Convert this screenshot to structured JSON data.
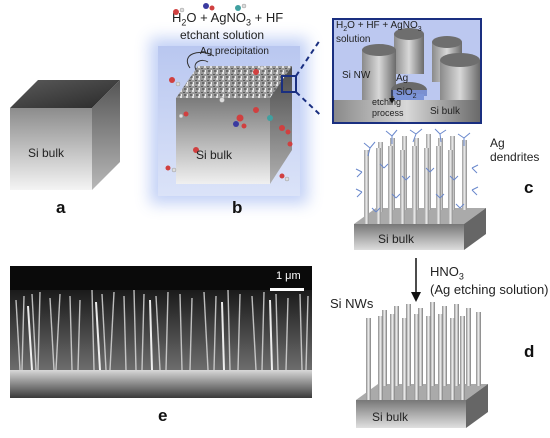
{
  "panel_a": {
    "letter": "a",
    "bulk_label": "Si bulk"
  },
  "panel_b": {
    "letter": "b",
    "solution_line1": "H2O + AgNO3 + HF",
    "solution_line2": "etchant solution",
    "precip_label": "Ag precipitation",
    "bulk_label": "Si bulk"
  },
  "inset": {
    "title_line1": "H2O + HF + AgNO3",
    "title_line2": "solution",
    "nw_label": "Si NW",
    "ag_label": "Ag",
    "sio2_label": "SiO2",
    "process_line1": "etching",
    "process_line2": "process",
    "bulk_label": "Si bulk"
  },
  "panel_c": {
    "letter": "c",
    "dendrite_line1": "Ag",
    "dendrite_line2": "dendrites",
    "bulk_label": "Si bulk"
  },
  "step_cd": {
    "line1": "HNO3",
    "line2": "(Ag etching solution)"
  },
  "panel_d": {
    "letter": "d",
    "nw_label": "Si NWs",
    "bulk_label": "Si bulk"
  },
  "panel_e": {
    "letter": "e",
    "scale_label": "1 μm"
  },
  "colors": {
    "solution_bg": "#c8d4f4",
    "inset_border": "#1a2f80",
    "inset_bg": "#bcc8f0",
    "sem_bg": "#0a0a0a"
  }
}
